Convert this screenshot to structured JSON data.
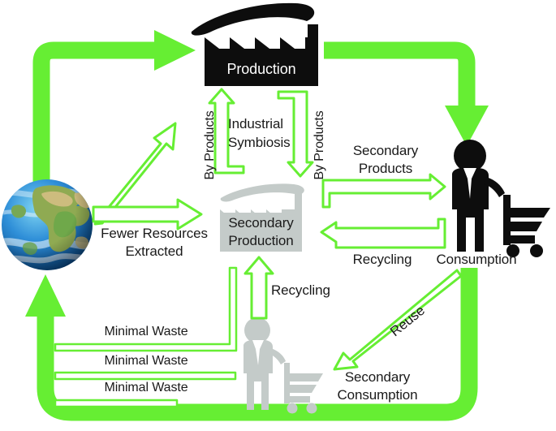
{
  "diagram": {
    "title": "Circular Economy Flow Diagram",
    "colors": {
      "green": "#66ee33",
      "black": "#0d0d0d",
      "gray": "#c4cbc9",
      "text": "#1a1a1a",
      "white": "#ffffff"
    },
    "nodes": [
      {
        "id": "earth",
        "name": "earth-globe",
        "label": ""
      },
      {
        "id": "production",
        "name": "production-factory",
        "label": "Production"
      },
      {
        "id": "secondary_production",
        "name": "secondary-production-factory",
        "label": "Secondary\nProduction"
      },
      {
        "id": "consumption",
        "name": "consumption-person",
        "label": "Consumption"
      },
      {
        "id": "secondary_consumption",
        "name": "secondary-consumption-person",
        "label": "Secondary\nConsumption"
      }
    ],
    "flows": [
      {
        "id": "resources_to_production",
        "label": "",
        "style": "thick-solid",
        "from": "earth",
        "to": "production"
      },
      {
        "id": "products_to_consumption",
        "label": "",
        "style": "thick-solid",
        "from": "production",
        "to": "consumption"
      },
      {
        "id": "earth_to_production",
        "label": "",
        "style": "hollow-arrow",
        "from": "earth",
        "to": "production"
      },
      {
        "id": "fewer_resources",
        "label": "Fewer Resources\nExtracted",
        "style": "hollow-arrow",
        "from": "earth",
        "to": "secondary_production"
      },
      {
        "id": "industrial_symbiosis",
        "label": "Industrial\nSymbiosis",
        "style": "hollow-loop",
        "from": "production",
        "to": "secondary_production"
      },
      {
        "id": "by_products_left",
        "label": "By Products",
        "style": "vertical-text",
        "from": "secondary_production",
        "to": "production"
      },
      {
        "id": "by_products_right",
        "label": "By Products",
        "style": "vertical-text",
        "from": "production",
        "to": "secondary_production"
      },
      {
        "id": "secondary_products",
        "label": "Secondary\nProducts",
        "style": "hollow-loop",
        "from": "secondary_production",
        "to": "consumption"
      },
      {
        "id": "recycling_consumption",
        "label": "Recycling",
        "style": "hollow-loop",
        "from": "consumption",
        "to": "secondary_production"
      },
      {
        "id": "recycling_secondary",
        "label": "Recycling",
        "style": "hollow-arrow",
        "from": "secondary_consumption",
        "to": "secondary_production"
      },
      {
        "id": "reuse",
        "label": "Reuse",
        "style": "hollow-arrow",
        "from": "consumption",
        "to": "secondary_consumption"
      },
      {
        "id": "minimal_waste_1",
        "label": "Minimal Waste",
        "style": "hollow-pipe",
        "from": "secondary_production",
        "to": "earth"
      },
      {
        "id": "minimal_waste_2",
        "label": "Minimal Waste",
        "style": "hollow-pipe",
        "from": "secondary_consumption",
        "to": "earth"
      },
      {
        "id": "minimal_waste_3",
        "label": "Minimal Waste",
        "style": "hollow-pipe",
        "from": "secondary_consumption",
        "to": "earth"
      },
      {
        "id": "waste_return",
        "label": "",
        "style": "thick-solid",
        "from": "secondary_consumption",
        "to": "earth"
      }
    ],
    "labels": {
      "production": "Production",
      "industrial": "Industrial",
      "symbiosis": "Symbiosis",
      "by_products_left": "By Products",
      "by_products_right": "By Products",
      "secondary_production_l1": "Secondary",
      "secondary_production_l2": "Production",
      "fewer_resources_l1": "Fewer Resources",
      "fewer_resources_l2": "Extracted",
      "secondary_products_l1": "Secondary",
      "secondary_products_l2": "Products",
      "recycling_right": "Recycling",
      "consumption": "Consumption",
      "recycling_center": "Recycling",
      "reuse": "Reuse",
      "secondary_consumption_l1": "Secondary",
      "secondary_consumption_l2": "Consumption",
      "minimal_waste_1": "Minimal Waste",
      "minimal_waste_2": "Minimal Waste",
      "minimal_waste_3": "Minimal Waste"
    }
  }
}
